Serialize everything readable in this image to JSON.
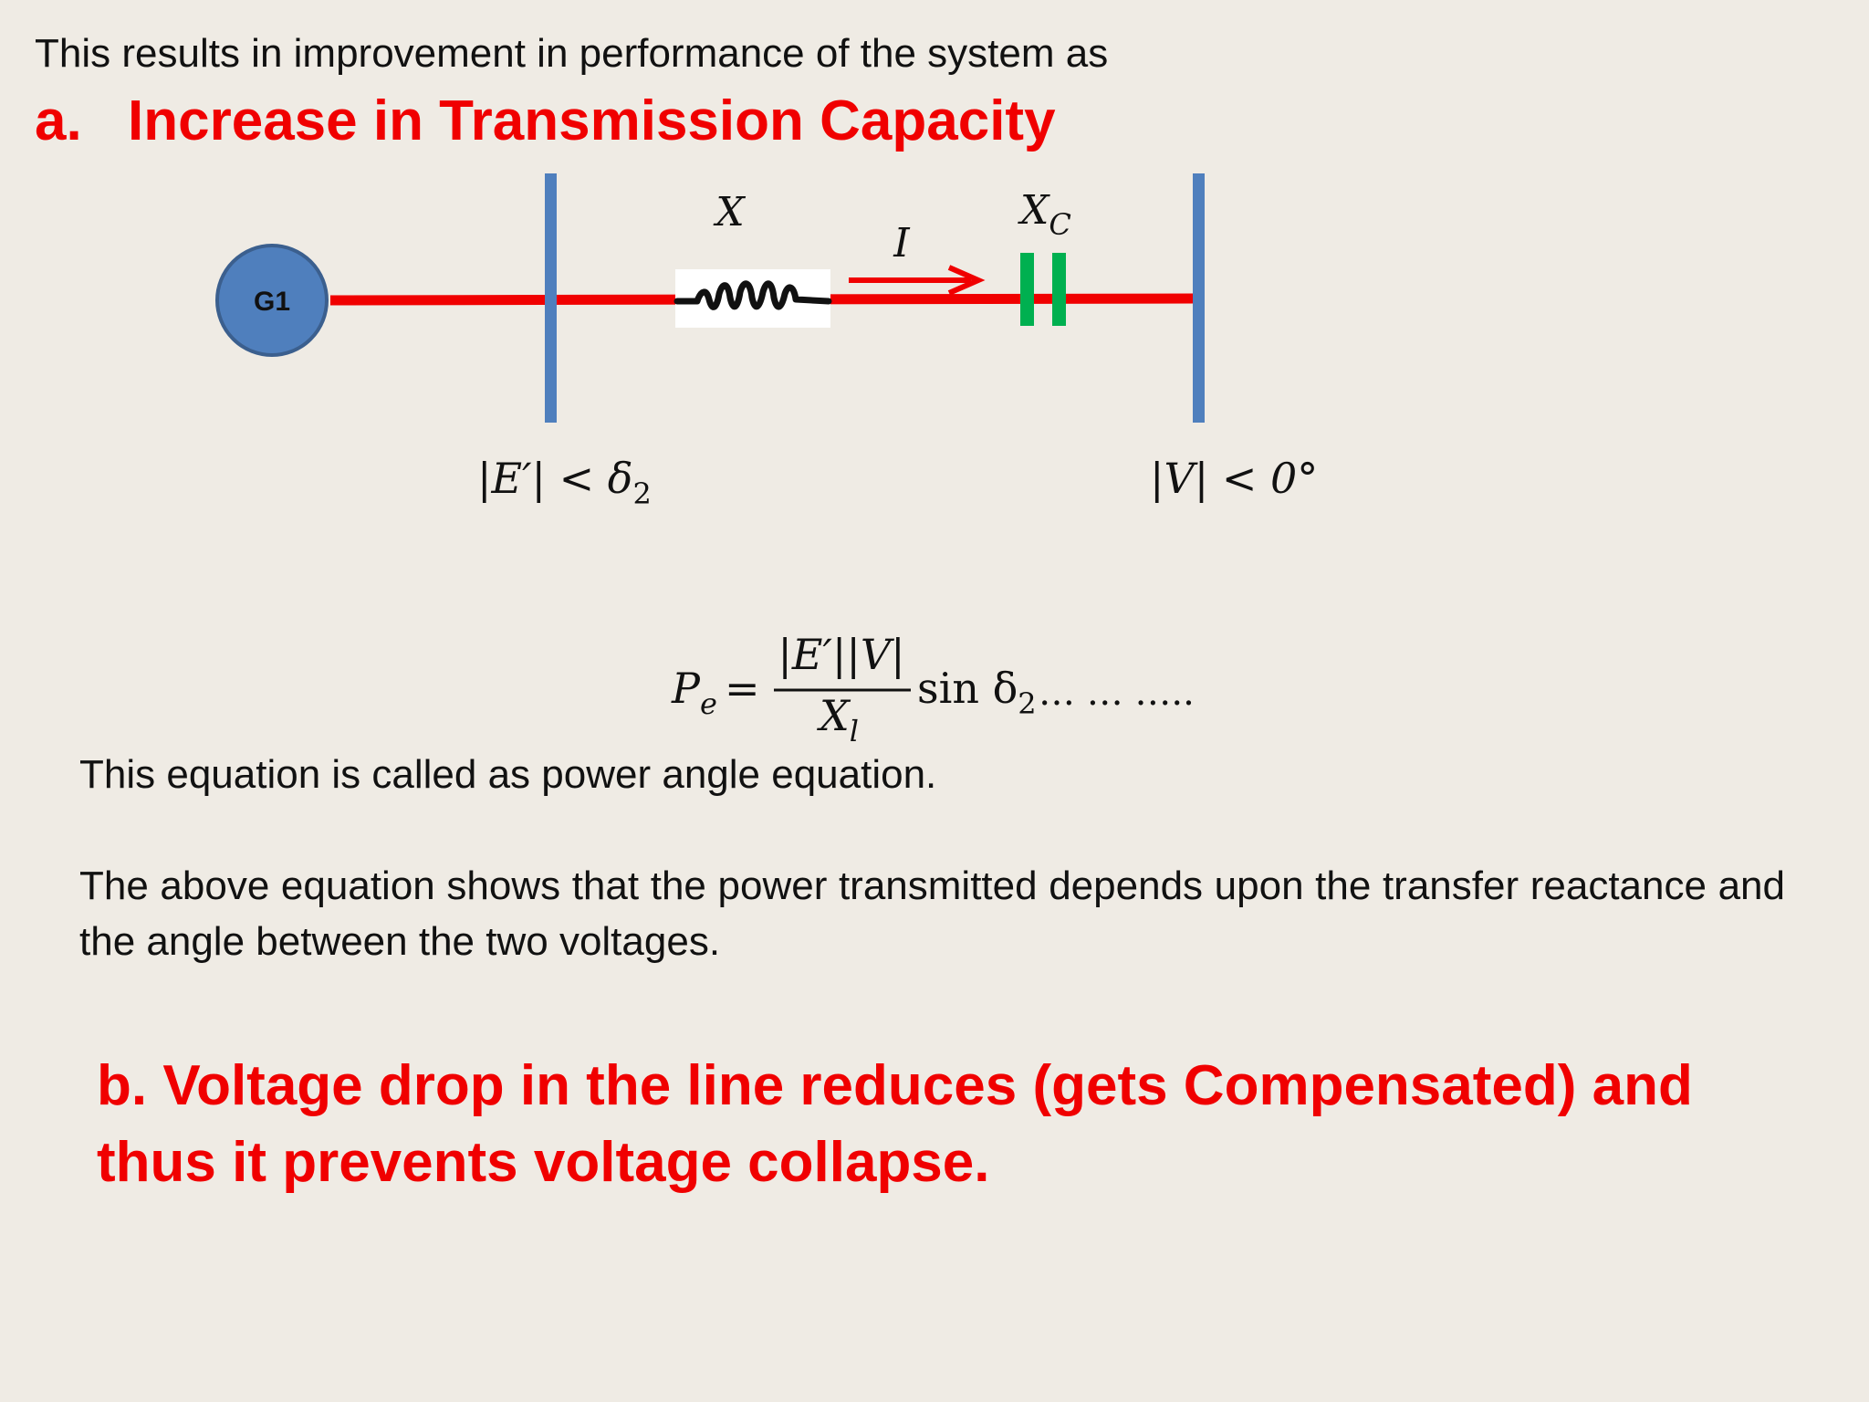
{
  "intro_text": "This results in improvement in performance of the system as",
  "section_a": {
    "marker": "a.",
    "title": "Increase in Transmission Capacity"
  },
  "diagram": {
    "generator_label": "G1",
    "reactance_label": "X",
    "current_label": "I",
    "capacitor_label_main": "X",
    "capacitor_label_sub": "C",
    "bus1_voltage": "|E′| < δ",
    "bus1_voltage_sub": "2",
    "bus2_voltage": "|V| < 0°"
  },
  "equation": {
    "lhs": "P",
    "lhs_sub": "e",
    "equals": "=",
    "numerator": "|E′||V|",
    "denominator": "X",
    "denominator_sub": "l",
    "function": "sin δ",
    "function_sub": "2",
    "dots": "… … ….."
  },
  "paragraph_1": "This equation is called as power angle equation.",
  "paragraph_2": "The above equation shows that the power transmitted depends upon the transfer reactance and the angle between the two voltages.",
  "section_b": "b. Voltage drop in the line reduces (gets Compensated) and thus it prevents voltage collapse.",
  "colors": {
    "background": "#efebe4",
    "accent_red": "#f00000",
    "bus_blue": "#4f7fbd",
    "generator_fill": "#4f7fbd",
    "capacitor_green": "#00b050"
  }
}
